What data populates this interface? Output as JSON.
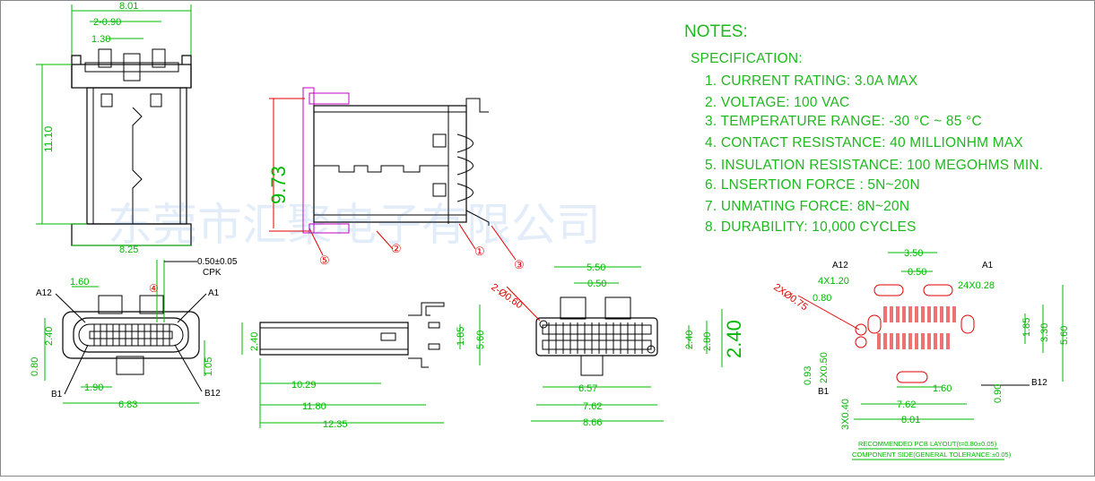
{
  "notes": {
    "title": "NOTES:",
    "subtitle": "SPECIFICATION:",
    "items": [
      "1. CURRENT RATING: 3.0A MAX",
      "2. VOLTAGE: 100 VAC",
      "3. TEMPERATURE RANGE: -30 °C ~ 85 °C",
      "4. CONTACT RESISTANCE: 40 MILLIONHM MAX",
      "5. INSULATION RESISTANCE: 100 MEGOHMS MIN.",
      "6. LNSERTION FORCE : 5N~20N",
      "7. UNMATING FORCE: 8N~20N",
      "8. DURABILITY: 10,000 CYCLES"
    ]
  },
  "top_view": {
    "dims": [
      "8.01",
      "2-0.90",
      "1.30",
      "11.10",
      "8.25"
    ]
  },
  "side_view": {
    "dims": [
      "9.73"
    ],
    "callouts": [
      "⑤",
      "②",
      "①",
      "③"
    ]
  },
  "front_view": {
    "dims": [
      "1.60",
      "0.50±0.05",
      "CPK",
      "2.40",
      "0.80",
      "1.05",
      "1.90",
      "6.83"
    ],
    "labels": [
      "A12",
      "A1",
      "B1",
      "B12"
    ],
    "callout": "④"
  },
  "bottom_side_view": {
    "dims": [
      "1.85",
      "5.60",
      "10.29",
      "11.80",
      "12.35"
    ]
  },
  "rear_view": {
    "dims": [
      "5.50",
      "0.50",
      "2-Ø0.60",
      "2.40",
      "2.80",
      "2.40",
      "6.57",
      "7.62",
      "8.66"
    ]
  },
  "pcb_layout": {
    "dims": [
      "3.50",
      "0.50",
      "4X1.20",
      "24X0.28",
      "0.80",
      "2XØ0.75",
      "1.85",
      "3.30",
      "5.60",
      "0.93",
      "2X0.50",
      "3X0.40",
      "1.60",
      "7.62",
      "8.01",
      "0.90"
    ],
    "labels": [
      "A12",
      "A1",
      "B1",
      "B12"
    ],
    "caption_line1": "RECOMMENDED PCB LAYOUT(t=0.80±0.05)",
    "caption_line2": "COMPONENT SIDE(GENERAL TOLERANCE:±0.05)"
  },
  "watermark": "东莞市汇聚电子有限公司"
}
